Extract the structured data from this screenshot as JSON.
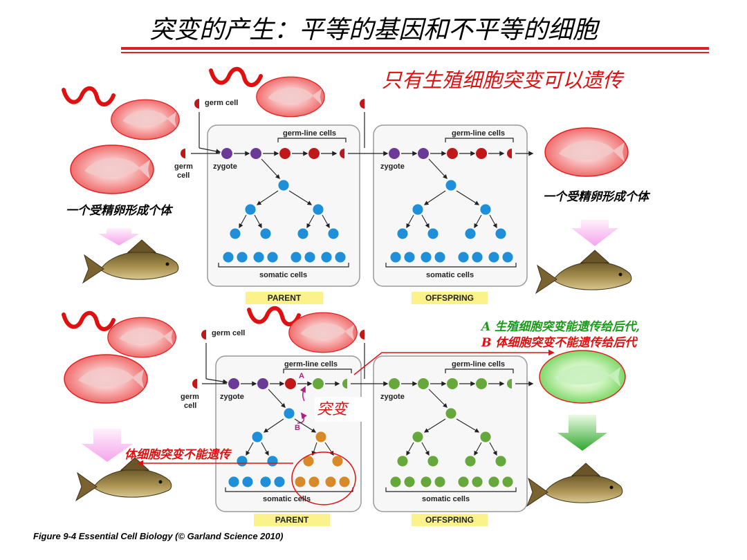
{
  "title": "突变的产生：平等的基因和不平等的细胞",
  "note_top": "只有生殖细胞突变可以遗传",
  "zygote_note_left": "一个受精卵形成个体",
  "zygote_note_right": "一个受精卵形成个体",
  "legend_a": "A 生殖细胞突变能遗传给后代,",
  "legend_b": "B 体细胞突变不能遗传给后代",
  "mutation_label": "突变",
  "somatic_note": "体细胞突变不能遗传",
  "labels": {
    "germ_cell": "germ cell",
    "germ_line_cells": "germ-line cells",
    "germ": "germ",
    "cell": "cell",
    "zygote": "zygote",
    "somatic_cells": "somatic cells",
    "parent": "PARENT",
    "offspring": "OFFSPRING",
    "marker_a": "A",
    "marker_b": "B"
  },
  "caption": "Figure 9-4  Essential Cell Biology (© Garland Science 2010)",
  "colors": {
    "red": "#e01010",
    "germ_red": "#c01818",
    "zygote_purple": "#6a3a96",
    "somatic_blue": "#1e8fd8",
    "mutant_green": "#66a83c",
    "mutant_orange": "#d88a2a",
    "legend_green": "#1a9a1a",
    "tag_yellow": "#fbf28c"
  }
}
